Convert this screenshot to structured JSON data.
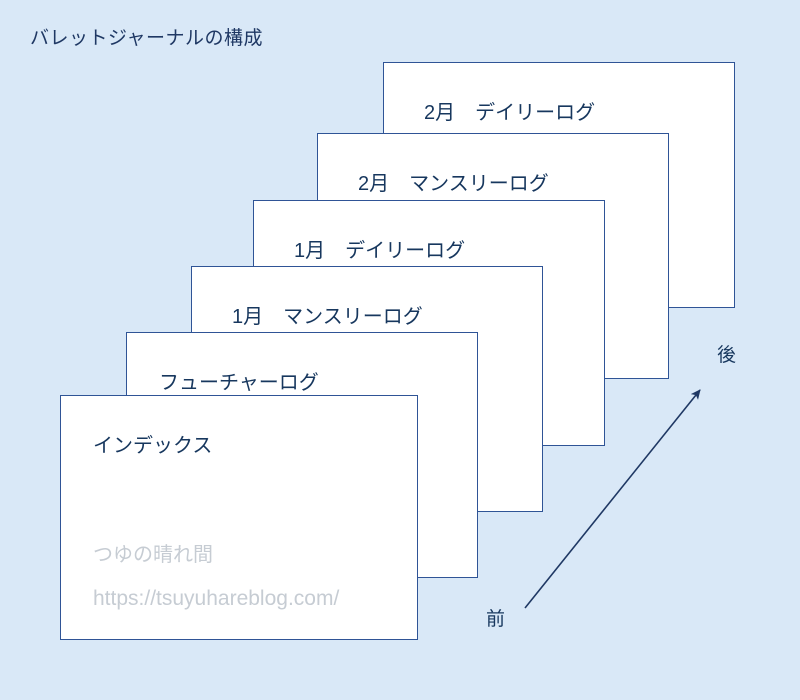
{
  "diagram": {
    "title": "バレットジャーナルの構成",
    "background_color": "#d9e8f7",
    "card_border_color": "#2f5496",
    "card_fill_color": "#ffffff",
    "text_color": "#17375e",
    "title_color": "#1f3864",
    "watermark_color": "#c6ccd3",
    "arrow_color": "#1f3864"
  },
  "cards": [
    {
      "label": "2月　デイリーログ"
    },
    {
      "label": "2月　マンスリーログ"
    },
    {
      "label": "1月　デイリーログ"
    },
    {
      "label": "1月　マンスリーログ"
    },
    {
      "label": "フューチャーログ"
    },
    {
      "label": "インデックス"
    }
  ],
  "watermark": {
    "brand": "つゆの晴れ間",
    "url": "https://tsuyuhareblog.com/"
  },
  "axis": {
    "front_label": "前",
    "back_label": "後"
  }
}
